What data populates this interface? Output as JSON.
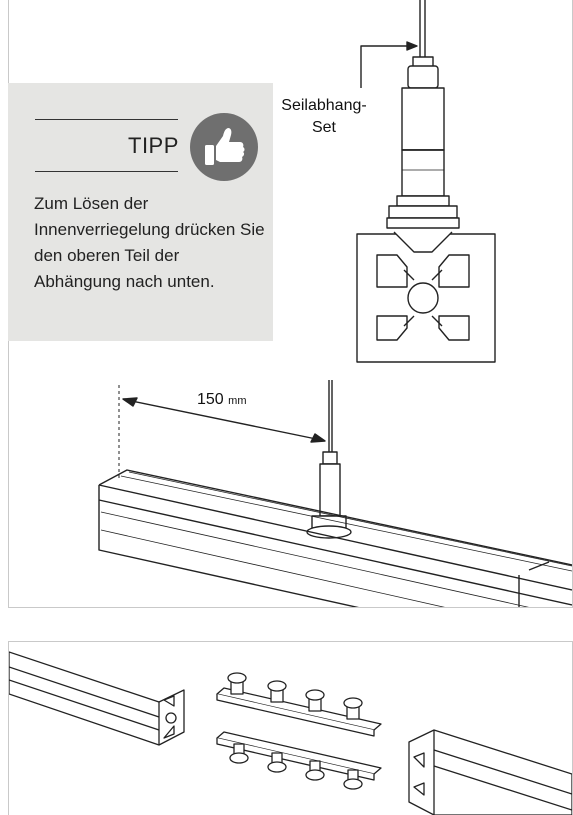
{
  "tip": {
    "title": "TIPP",
    "text": "Zum Lösen der Innenverriegelung drücken Sie den oberen Teil der Abhängung nach unten.",
    "icon": "thumbs-up-icon",
    "background": "#e5e5e3",
    "badge_color": "#6f6f6f"
  },
  "callout": {
    "label": "Seilabhang-Set"
  },
  "dimension": {
    "value": "150",
    "unit": "mm"
  },
  "colors": {
    "frame": "#c9c9c9",
    "accent": "#4a7fb5",
    "line": "#222222"
  }
}
